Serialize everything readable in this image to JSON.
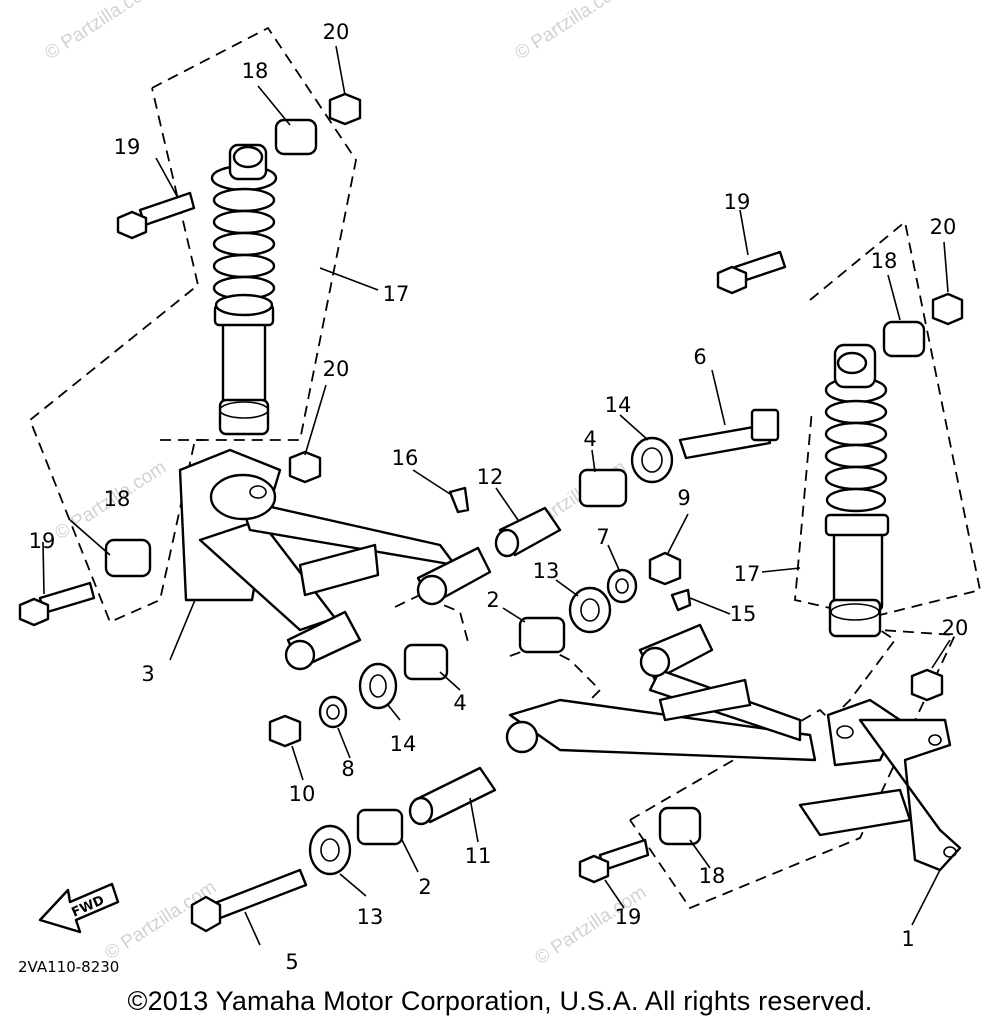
{
  "diagram": {
    "callouts": {
      "c1": "1",
      "c2a": "2",
      "c2b": "2",
      "c3": "3",
      "c4a": "4",
      "c4b": "4",
      "c5": "5",
      "c6": "6",
      "c7": "7",
      "c8": "8",
      "c9": "9",
      "c10": "10",
      "c11": "11",
      "c12": "12",
      "c13a": "13",
      "c13b": "13",
      "c14a": "14",
      "c14b": "14",
      "c15": "15",
      "c16": "16",
      "c17a": "17",
      "c17b": "17",
      "c18a": "18",
      "c18b": "18",
      "c18c": "18",
      "c18d": "18",
      "c19a": "19",
      "c19b": "19",
      "c19c": "19",
      "c19d": "19",
      "c20a": "20",
      "c20b": "20",
      "c20c": "20",
      "c20d": "20"
    },
    "diagram_code": "2VA110-8230",
    "fwd_label": "FWD",
    "watermark": "© Partzilla.com"
  },
  "footer": {
    "copyright": "©2013 Yamaha Motor Corporation, U.S.A. All rights reserved."
  }
}
